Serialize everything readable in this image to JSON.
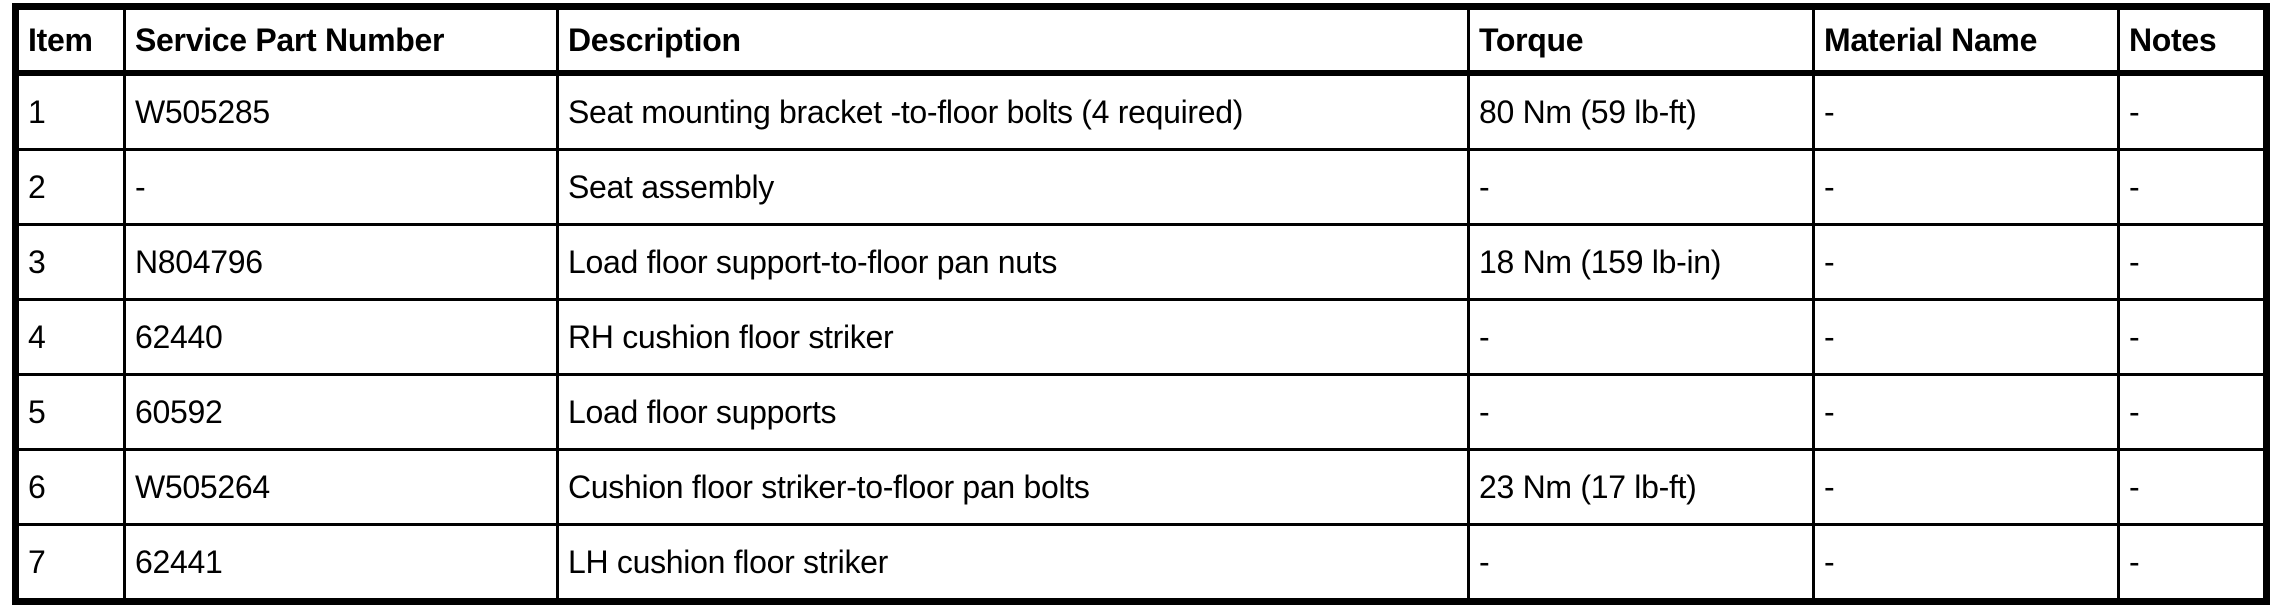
{
  "page": {
    "background_color": "#ffffff",
    "border_color": "#000000",
    "text_color": "#000000"
  },
  "table": {
    "columns": [
      "Item",
      "Service Part Number",
      "Description",
      "Torque",
      "Material Name",
      "Notes"
    ],
    "rows": [
      {
        "item": "1",
        "service_part_number": "W505285",
        "description": "Seat mounting bracket -to-floor bolts (4 required)",
        "torque": "80 Nm (59 lb-ft)",
        "material_name": "-",
        "notes": "-"
      },
      {
        "item": "2",
        "service_part_number": "-",
        "description": "Seat assembly",
        "torque": "-",
        "material_name": "-",
        "notes": "-"
      },
      {
        "item": "3",
        "service_part_number": "N804796",
        "description": "Load floor support-to-floor pan nuts",
        "torque": "18 Nm (159 lb-in)",
        "material_name": "-",
        "notes": "-"
      },
      {
        "item": "4",
        "service_part_number": "62440",
        "description": "RH cushion floor striker",
        "torque": "-",
        "material_name": "-",
        "notes": "-"
      },
      {
        "item": "5",
        "service_part_number": "60592",
        "description": "Load floor supports",
        "torque": "-",
        "material_name": "-",
        "notes": "-"
      },
      {
        "item": "6",
        "service_part_number": "W505264",
        "description": "Cushion floor striker-to-floor pan bolts",
        "torque": "23 Nm (17 lb-ft)",
        "material_name": "-",
        "notes": "-"
      },
      {
        "item": "7",
        "service_part_number": "62441",
        "description": "LH cushion floor striker",
        "torque": "-",
        "material_name": "-",
        "notes": "-"
      }
    ]
  }
}
